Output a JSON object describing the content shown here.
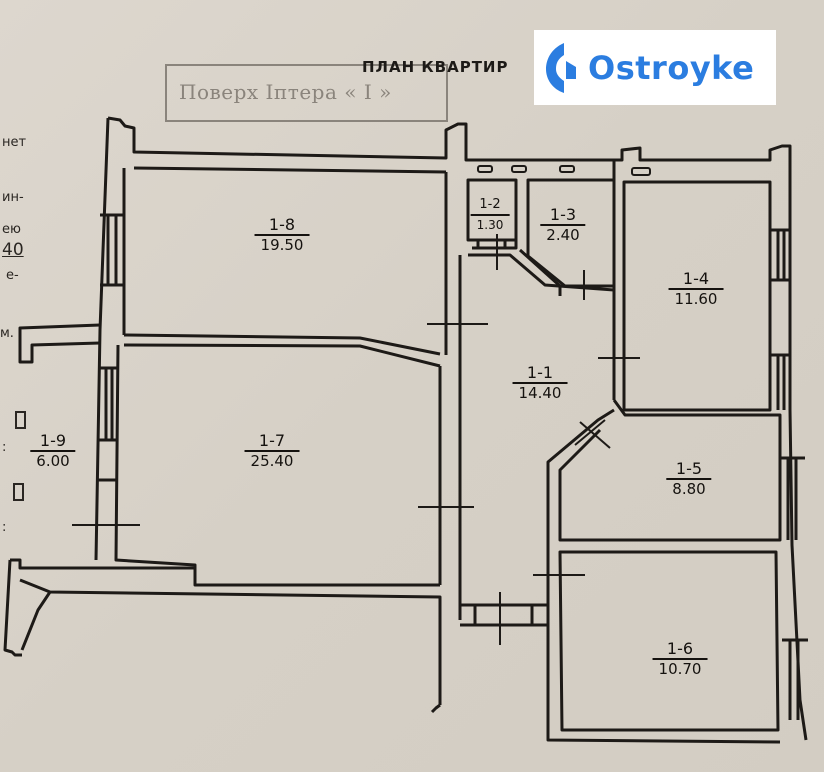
{
  "header": {
    "stamp_text": "Поверх Iптера « I »",
    "plan_title": "ПЛАН КВАРТИР",
    "logo_text": "Ostroyke",
    "logo_color": "#2b7de0"
  },
  "margin_notes": [
    "нет",
    "ин-",
    "ею",
    "40",
    "е-",
    "м.",
    ":",
    ":"
  ],
  "rooms": [
    {
      "id": "1-1",
      "area": "14.40"
    },
    {
      "id": "1-2",
      "area": "1.30"
    },
    {
      "id": "1-3",
      "area": "2.40"
    },
    {
      "id": "1-4",
      "area": "11.60"
    },
    {
      "id": "1-5",
      "area": "8.80"
    },
    {
      "id": "1-6",
      "area": "10.70"
    },
    {
      "id": "1-7",
      "area": "25.40"
    },
    {
      "id": "1-8",
      "area": "19.50"
    },
    {
      "id": "1-9",
      "area": "6.00"
    }
  ],
  "colors": {
    "paper": "#d9d3ca",
    "ink": "#1d1a17",
    "stamp": "#8a847c"
  }
}
